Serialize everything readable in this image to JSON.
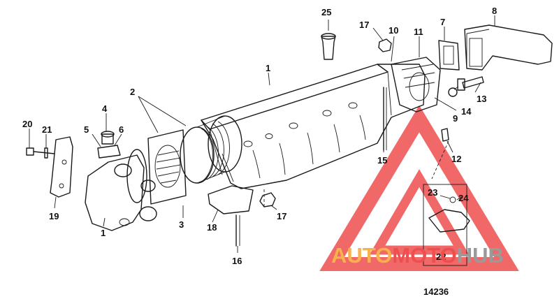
{
  "callouts": {
    "c25": "25",
    "c17a": "17",
    "c10": "10",
    "c11": "11",
    "c7": "7",
    "c8": "8",
    "c1a": "1",
    "c13": "13",
    "c14": "14",
    "c9": "9",
    "c2": "2",
    "c4": "4",
    "c5": "5",
    "c6": "6",
    "c20": "20",
    "c21": "21",
    "c12": "12",
    "c15": "15",
    "c23": "23",
    "c24": "24",
    "c19": "19",
    "c1b": "1",
    "c3": "3",
    "c18": "18",
    "c17b": "17",
    "c16": "16",
    "c22": "22"
  },
  "figure_number": "14236",
  "watermark": {
    "part1": "AUTO",
    "part2": "MOTO",
    "part3": "HUB"
  },
  "colors": {
    "line": "#1a1a1a",
    "watermark_red": "#ef4e4e",
    "watermark_orange": "#f7b24a",
    "watermark_gray": "#9a9a9a"
  }
}
